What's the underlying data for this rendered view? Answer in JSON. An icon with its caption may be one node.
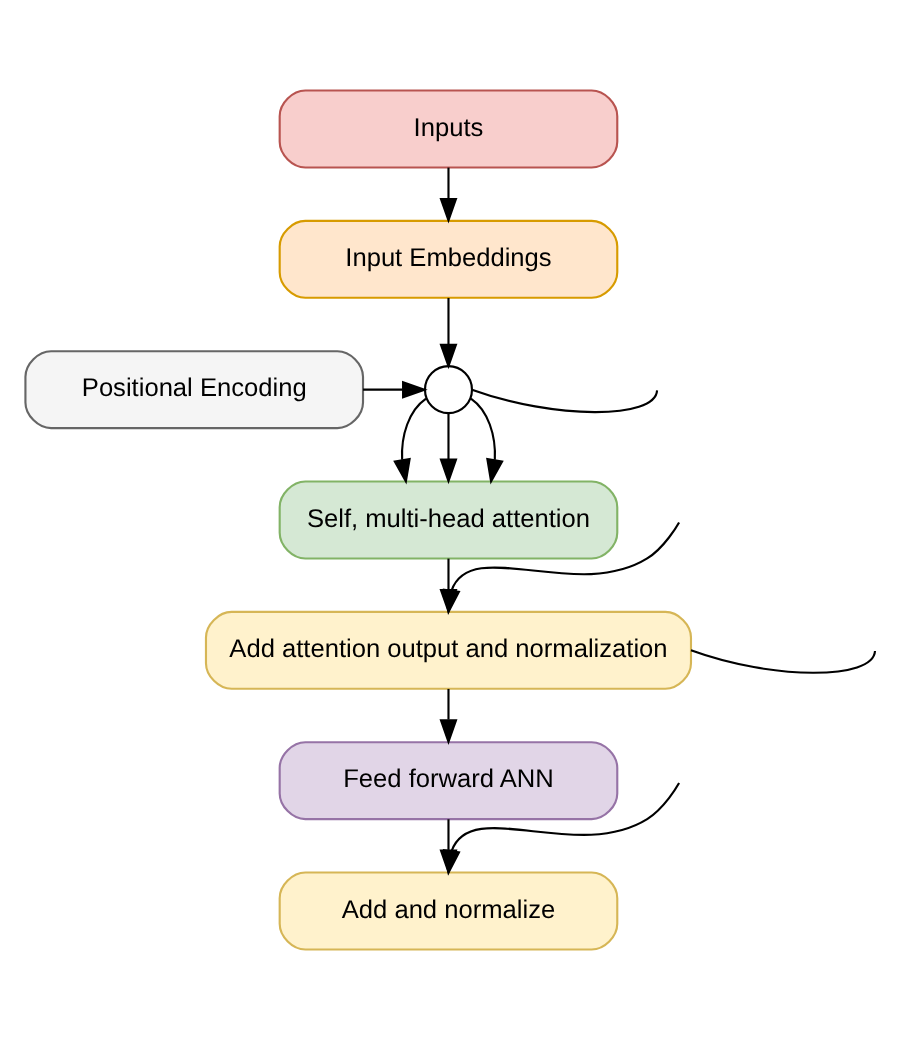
{
  "diagram": {
    "nodes": [
      {
        "text": [
          "Inputs"
        ]
      },
      {
        "text": [
          "Input Embeddings"
        ]
      },
      {
        "text": [
          "Positional Encoding"
        ]
      },
      {
        "text": [],
        "shape": "circle"
      },
      {
        "text": [
          "Self, multi-head attention"
        ]
      },
      {
        "text": [
          "Add attention output and normalization"
        ]
      },
      {
        "text": [
          "Feed forward ANN"
        ]
      },
      {
        "text": [
          "Add and normalize"
        ]
      }
    ],
    "edges": [
      {
        "from": 0,
        "to": 1,
        "arrow": "to"
      },
      {
        "from": 1,
        "to": 3,
        "arrow": "to"
      },
      {
        "from": 2,
        "to": 3,
        "arrow": "to"
      },
      {
        "from": 3,
        "to": 4,
        "arrow": "to"
      },
      {
        "from": 3,
        "to": 4,
        "arrow": "to"
      },
      {
        "from": 3,
        "to": 4,
        "arrow": "to"
      },
      {
        "from": 3,
        "to": null,
        "arrow": "none"
      },
      {
        "from": 4,
        "to": 5,
        "arrow": "to"
      },
      {
        "from": null,
        "to": 5,
        "arrow": "to"
      },
      {
        "from": 5,
        "to": 6,
        "arrow": "to"
      },
      {
        "from": 5,
        "to": null,
        "arrow": "none"
      },
      {
        "from": 6,
        "to": 7,
        "arrow": "to"
      },
      {
        "from": null,
        "to": 7,
        "arrow": "to"
      }
    ]
  }
}
